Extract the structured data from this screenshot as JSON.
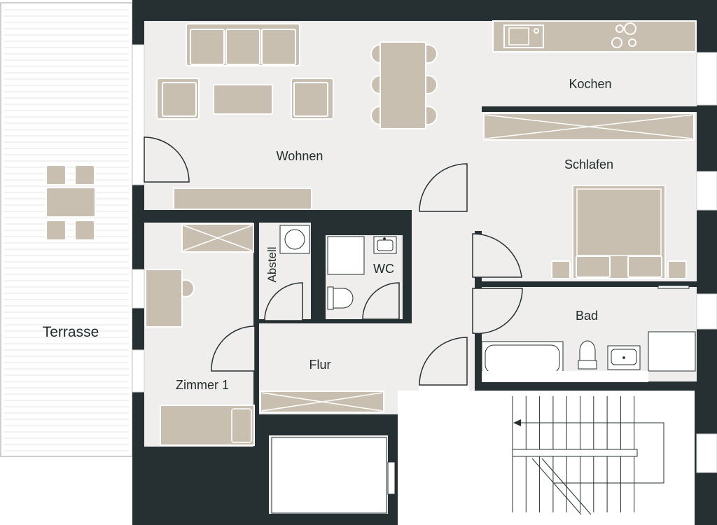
{
  "rooms": {
    "terrasse": "Terrasse",
    "wohnen": "Wohnen",
    "kochen": "Kochen",
    "schlafen": "Schlafen",
    "abstell": "Abstell",
    "wc": "WC",
    "bad": "Bad",
    "flur": "Flur",
    "zimmer1": "Zimmer 1"
  },
  "colors": {
    "wall": "#263032",
    "floor": "#efeeec",
    "furniture": "#c8bfb1",
    "furniture_stroke": "#ffffff",
    "terrace": "#ffffff",
    "terrace_lines": "#e6e6e6",
    "text": "#1f2a2b"
  }
}
